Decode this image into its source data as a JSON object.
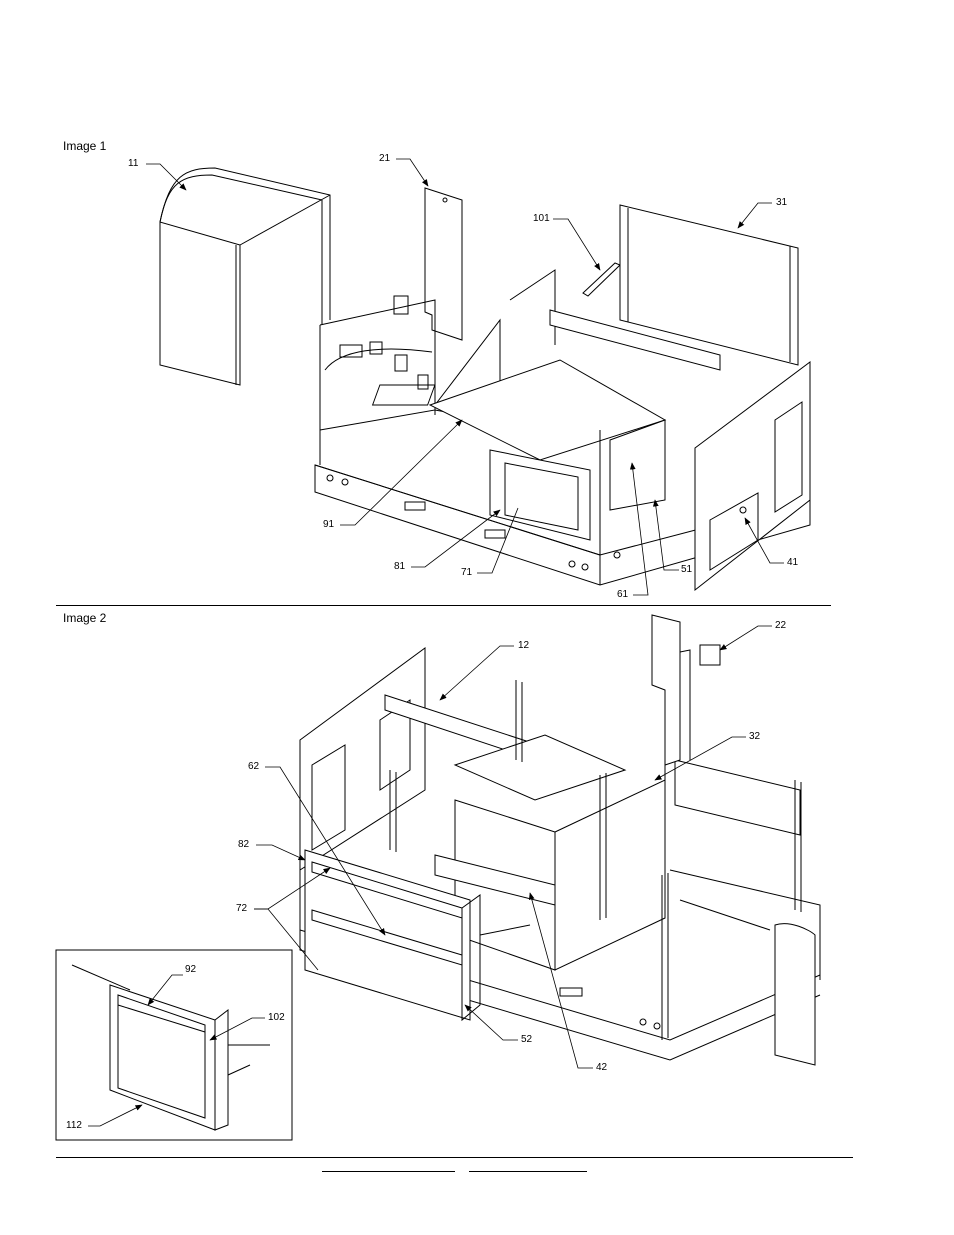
{
  "images": [
    {
      "label": "Image 1"
    },
    {
      "label": "Image 2"
    }
  ],
  "callouts": {
    "c11": "11",
    "c21": "21",
    "c101": "101",
    "c31": "31",
    "c91": "91",
    "c81": "81",
    "c71": "71",
    "c51": "51",
    "c41": "41",
    "c61": "61",
    "c22": "22",
    "c12": "12",
    "c32": "32",
    "c62": "62",
    "c82": "82",
    "c72": "72",
    "c52": "52",
    "c42": "42",
    "c92": "92",
    "c102": "102",
    "c112": "112"
  },
  "colors": {
    "line": "#000000",
    "panel": "#d9d9d9",
    "light": "#f2f2f2"
  }
}
